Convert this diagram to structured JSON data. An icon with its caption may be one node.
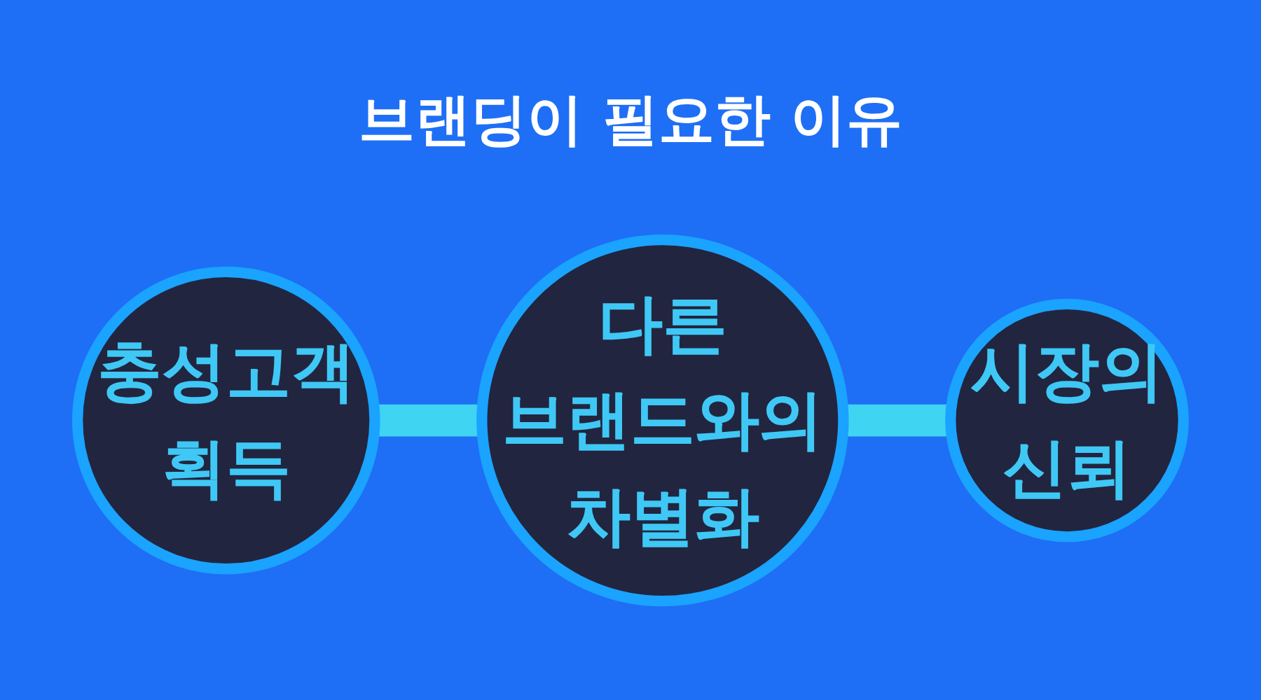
{
  "diagram": {
    "title": "브랜딩이 필요한 이유",
    "nodes": [
      {
        "text": [
          "충성고객 획득"
        ]
      },
      {
        "text": [
          "다른 브랜드와의 차별화"
        ]
      },
      {
        "text": [
          "시장의 신뢰"
        ]
      }
    ],
    "edges": [
      {
        "from": 0,
        "to": 1,
        "arrow": "none",
        "color": "#3fd4f2"
      },
      {
        "from": 1,
        "to": 2,
        "arrow": "none",
        "color": "#3fd4f2"
      }
    ]
  }
}
